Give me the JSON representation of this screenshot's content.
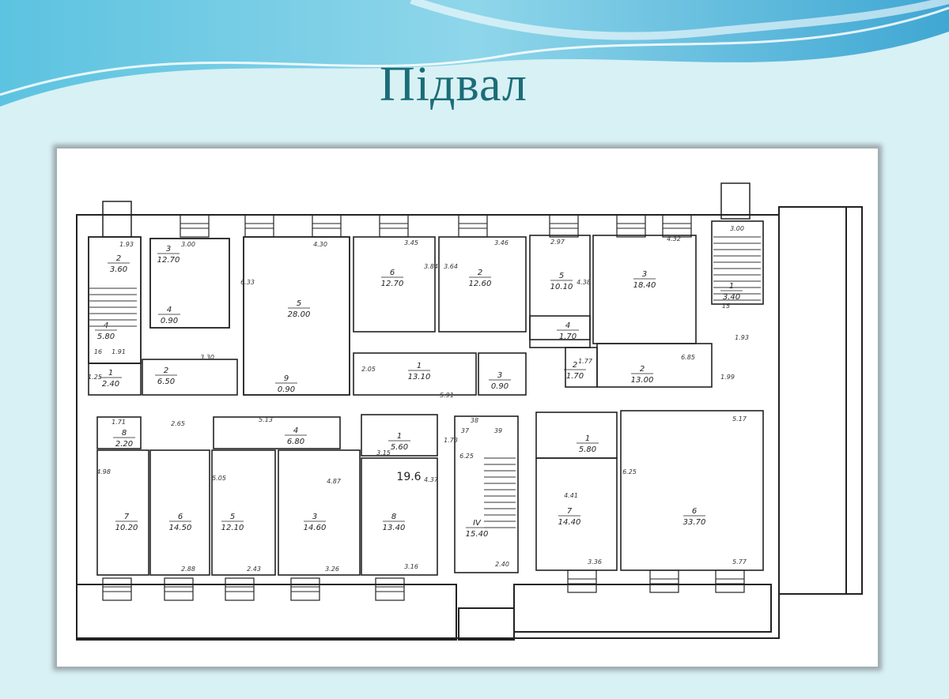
{
  "slide": {
    "title": "Підвал",
    "colors": {
      "background": "#d8f1f5",
      "title": "#1b6d78",
      "wave": "#4fb3d6"
    }
  },
  "plan": {
    "rooms": [
      {
        "number": "2",
        "area": "3.60"
      },
      {
        "number": "4",
        "area": "5.80"
      },
      {
        "number": "3",
        "area": "12.70"
      },
      {
        "number": "4",
        "area": "0.90"
      },
      {
        "number": "1",
        "area": "2.40"
      },
      {
        "number": "2",
        "area": "6.50"
      },
      {
        "number": "5",
        "area": "28.00"
      },
      {
        "number": "9",
        "area": "0.90"
      },
      {
        "number": "6",
        "area": "12.70"
      },
      {
        "number": "2",
        "area": "12.60"
      },
      {
        "number": "1",
        "area": "13.10"
      },
      {
        "number": "3",
        "area": "0.90"
      },
      {
        "number": "5",
        "area": "10.10"
      },
      {
        "number": "4",
        "area": "1.70"
      },
      {
        "number": "2",
        "area": "1.70"
      },
      {
        "number": "3",
        "area": "18.40"
      },
      {
        "number": "2",
        "area": "13.00"
      },
      {
        "number": "1",
        "area": "3.40"
      },
      {
        "number": "8",
        "area": "2.20"
      },
      {
        "number": "7",
        "area": "10.20"
      },
      {
        "number": "6",
        "area": "14.50"
      },
      {
        "number": "5",
        "area": "12.10"
      },
      {
        "number": "3",
        "area": "14.60"
      },
      {
        "number": "4",
        "area": "6.80"
      },
      {
        "number": "1",
        "area": "5.60"
      },
      {
        "number": "8",
        "area": "13.40"
      },
      {
        "number": "IV",
        "area": "15.40"
      },
      {
        "number": "1",
        "area": "5.80"
      },
      {
        "number": "7",
        "area": "14.40"
      },
      {
        "number": "6",
        "area": "33.70"
      }
    ],
    "dimensions": [
      "1.93",
      "3.00",
      "4.30",
      "3.45",
      "3.84",
      "3.64",
      "3.46",
      "2.97",
      "4.32",
      "3.00",
      "6.33",
      "4.38",
      "3.30",
      "1.25",
      "2.05",
      "5.91",
      "1.77",
      "6.85",
      "1.93",
      "1.99",
      "1.71",
      "2.65",
      "5.13",
      "4.98",
      "5.05",
      "4.87",
      "4.37",
      "1.73",
      "3.15",
      "6.25",
      "4.41",
      "6.25",
      "5.17",
      "2.88",
      "2.43",
      "3.26",
      "3.16",
      "2.40",
      "3.36",
      "5.77",
      "1.91",
      "16",
      "15",
      "38",
      "39",
      "37"
    ],
    "annotations": [
      "19.6"
    ]
  }
}
